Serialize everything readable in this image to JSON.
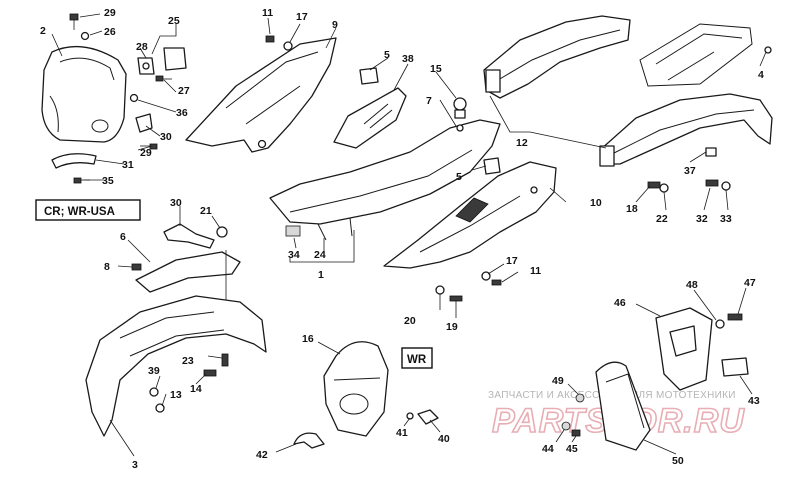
{
  "diagram": {
    "variant_labels": {
      "cr_wr_usa": "CR; WR-USA",
      "wr": "WR"
    },
    "callouts": {
      "c1": "1",
      "c2": "2",
      "c3": "3",
      "c4": "4",
      "c5a": "5",
      "c5b": "5",
      "c6": "6",
      "c7": "7",
      "c8": "8",
      "c9": "9",
      "c10": "10",
      "c11a": "11",
      "c11b": "11",
      "c12": "12",
      "c13": "13",
      "c14": "14",
      "c15": "15",
      "c16": "16",
      "c17a": "17",
      "c17b": "17",
      "c18": "18",
      "c19": "19",
      "c20": "20",
      "c21": "21",
      "c22": "22",
      "c23": "23",
      "c24": "24",
      "c25": "25",
      "c26": "26",
      "c27": "27",
      "c28": "28",
      "c29a": "29",
      "c29b": "29",
      "c30a": "30",
      "c30b": "30",
      "c31": "31",
      "c32": "32",
      "c33": "33",
      "c34": "34",
      "c35": "35",
      "c36": "36",
      "c37": "37",
      "c38": "38",
      "c39": "39",
      "c40": "40",
      "c41": "41",
      "c42": "42",
      "c43": "43",
      "c44": "44",
      "c45": "45",
      "c46": "46",
      "c47": "47",
      "c48": "48",
      "c49": "49",
      "c50": "50"
    }
  },
  "watermark": {
    "tagline": "ЗАПЧАСТИ И АКСЕССУАРЫ ДЛЯ МОТОТЕХНИКИ",
    "site": "PARTSTOR.RU"
  }
}
